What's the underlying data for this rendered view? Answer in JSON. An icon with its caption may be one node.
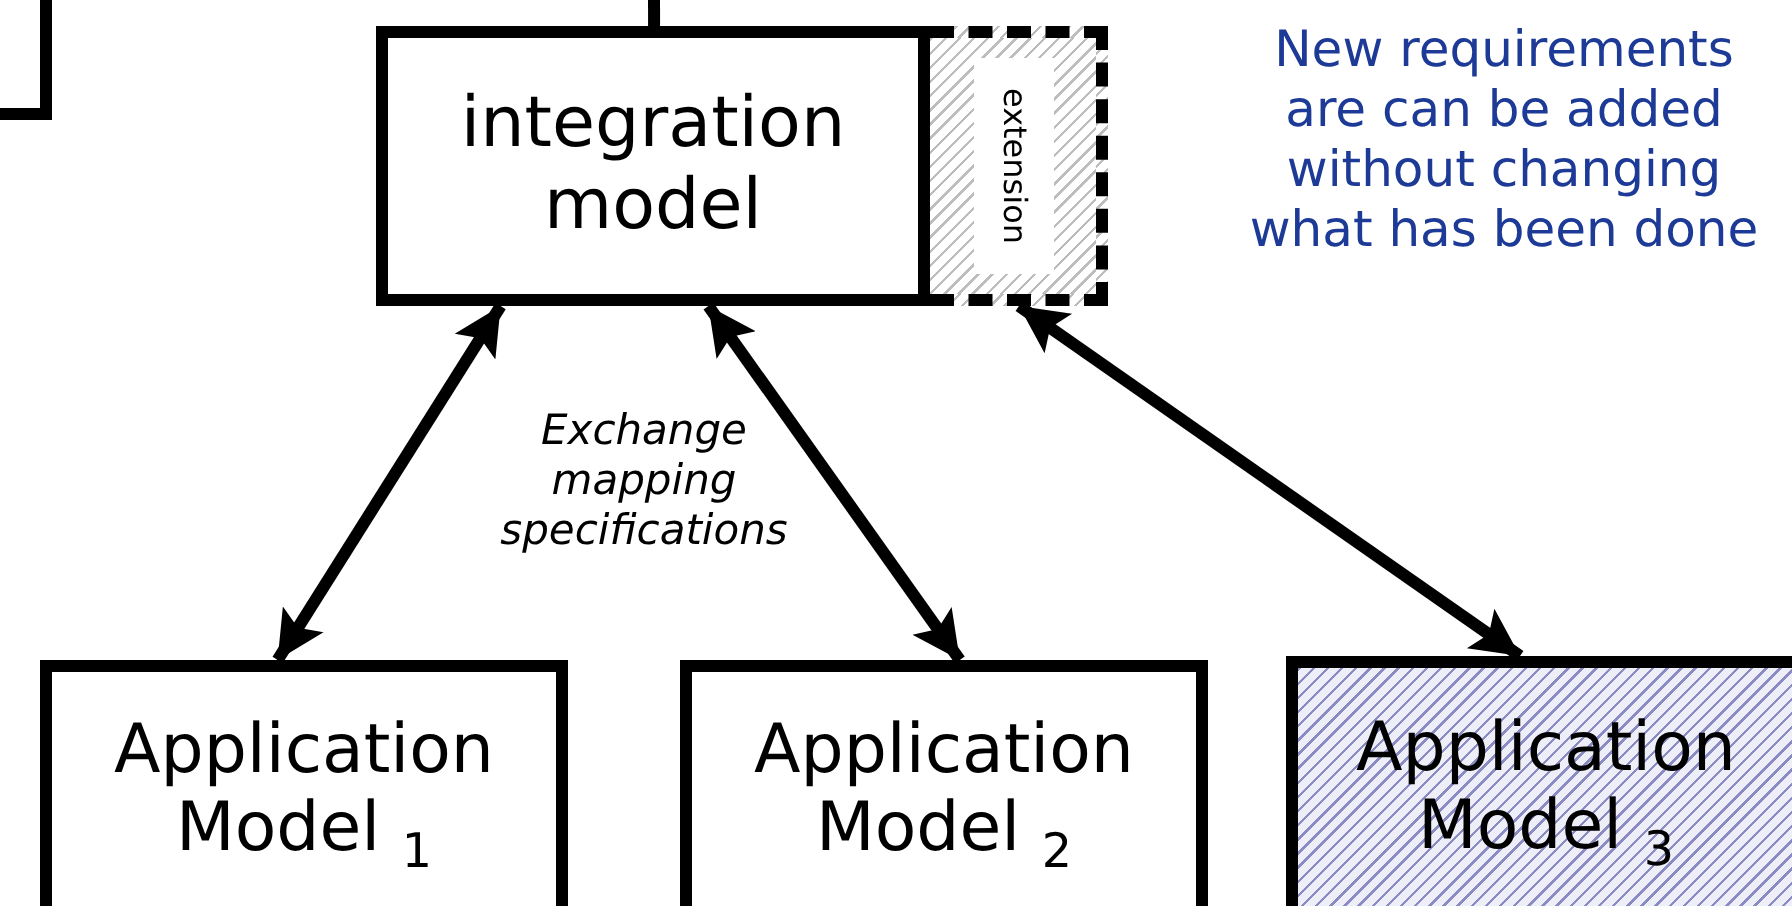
{
  "diagram": {
    "nodes": [
      {
        "text": [],
        "shape": "box"
      },
      {
        "text": [
          "integration model"
        ]
      },
      {
        "text": [
          "extension"
        ]
      },
      {
        "text": [
          "Application Model $_{1}$"
        ]
      },
      {
        "text": [
          "Application Model $_{2}$"
        ]
      },
      {
        "text": [
          "Application Model $_{3}$"
        ]
      }
    ],
    "edges": [
      {
        "from": null,
        "to": 1,
        "arrow": "none"
      },
      {
        "from": 3,
        "to": 1,
        "arrow": "both"
      },
      {
        "from": 4,
        "to": 1,
        "arrow": "both"
      },
      {
        "from": 5,
        "to": 2,
        "arrow": "both"
      }
    ],
    "labels": [
      "Exchange mapping specifications",
      "New requirements are can be added without changing what has been done"
    ]
  }
}
